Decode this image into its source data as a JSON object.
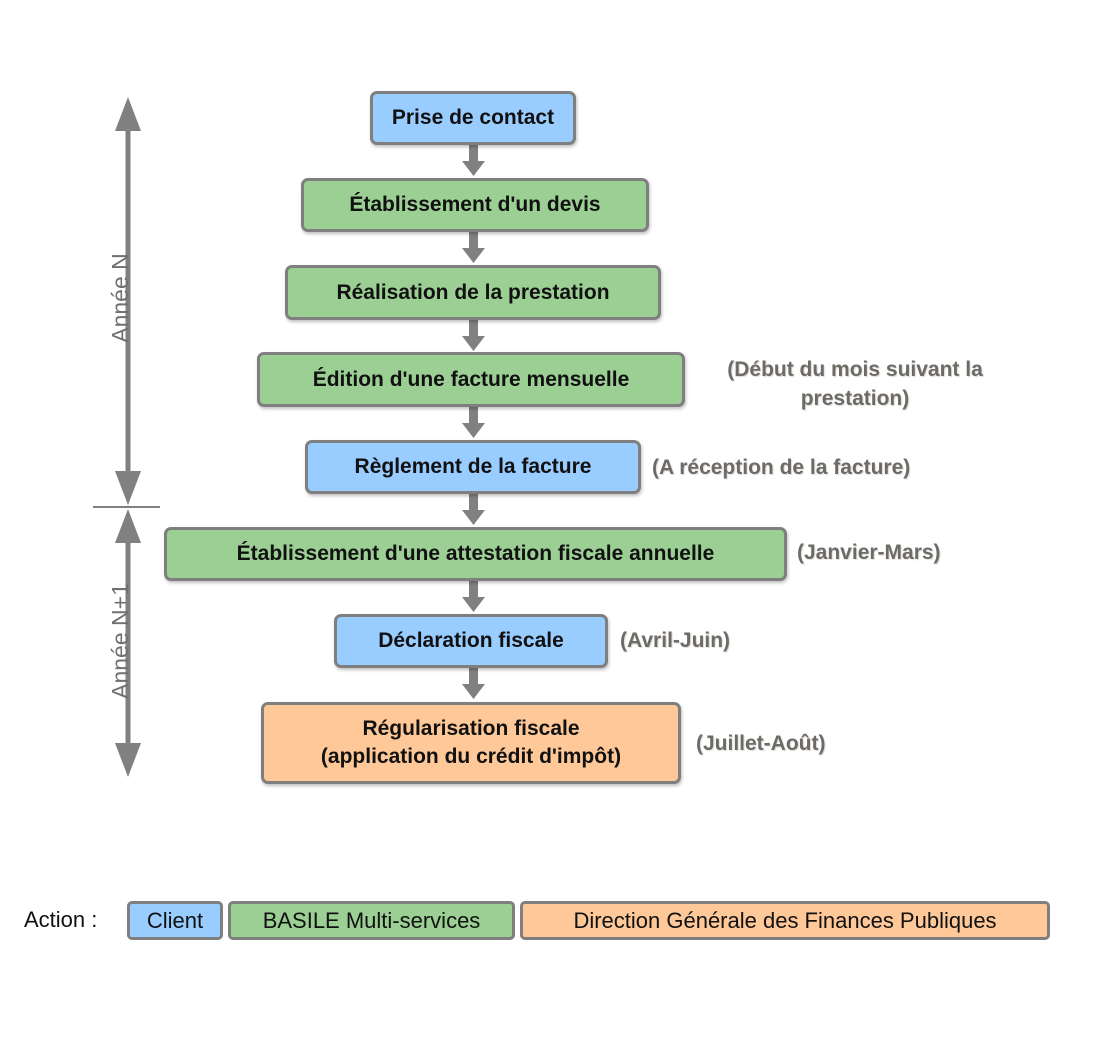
{
  "steps": [
    {
      "label": "Prise de contact",
      "actor": "client"
    },
    {
      "label": "Établissement d'un devis",
      "actor": "basile"
    },
    {
      "label": "Réalisation de la prestation",
      "actor": "basile"
    },
    {
      "label": "Édition d'une facture mensuelle",
      "actor": "basile",
      "note": "(Début du mois suivant la prestation)"
    },
    {
      "label": "Règlement de la facture",
      "actor": "client",
      "note": "(A réception de la facture)"
    },
    {
      "label": "Établissement d'une attestation fiscale annuelle",
      "actor": "basile",
      "note": "(Janvier-Mars)"
    },
    {
      "label": "Déclaration fiscale",
      "actor": "client",
      "note": "(Avril-Juin)"
    },
    {
      "label_line1": "Régularisation fiscale",
      "label_line2": "(application du crédit d'impôt)",
      "actor": "dgfp",
      "note": "(Juillet-Août)"
    }
  ],
  "years": {
    "n": "Année N",
    "n1": "Année N+1"
  },
  "legend": {
    "label": "Action :",
    "client": "Client",
    "basile": "BASILE Multi-services",
    "dgfp": "Direction Générale des Finances Publiques"
  },
  "colors": {
    "client": "#99ccff",
    "basile": "#9bcf94",
    "dgfp": "#ffc898",
    "border": "#7f7f7f",
    "arrow": "#7f7f7f"
  }
}
